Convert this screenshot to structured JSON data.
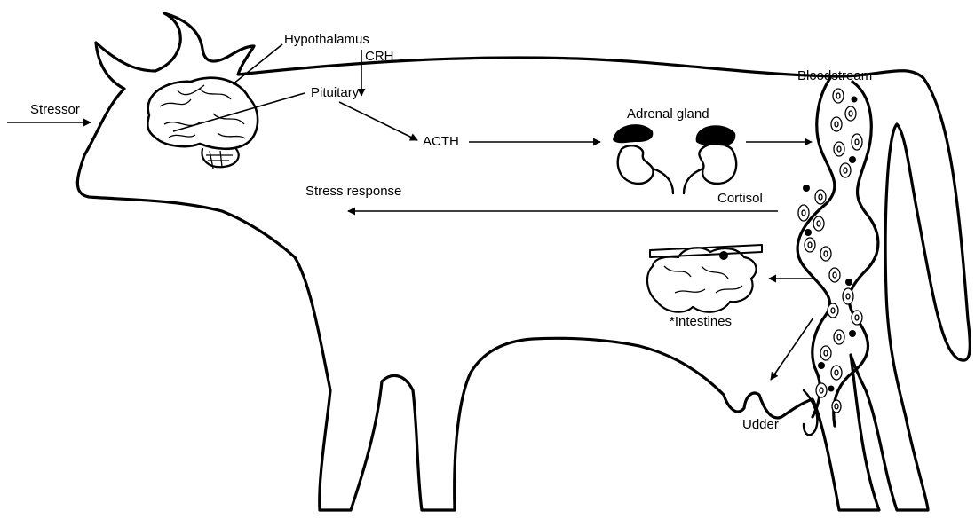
{
  "labels": {
    "hypothalamus": "Hypothalamus",
    "crh": "CRH",
    "pituitary": "Pituitary",
    "stressor": "Stressor",
    "acth": "ACTH",
    "adrenal_gland": "Adrenal gland",
    "bloodstream": "Bloodstream",
    "stress_response": "Stress response",
    "cortisol": "Cortisol",
    "intestines": "Intestines",
    "intestines_marker": "*",
    "udder": "Udder"
  },
  "icons": [
    "cow-outline",
    "brain-icon",
    "adrenal-kidney-icon",
    "bloodstream-vessel",
    "intestines-icon",
    "udder-icon"
  ],
  "colors": {
    "line": "#000000",
    "background": "#ffffff"
  }
}
